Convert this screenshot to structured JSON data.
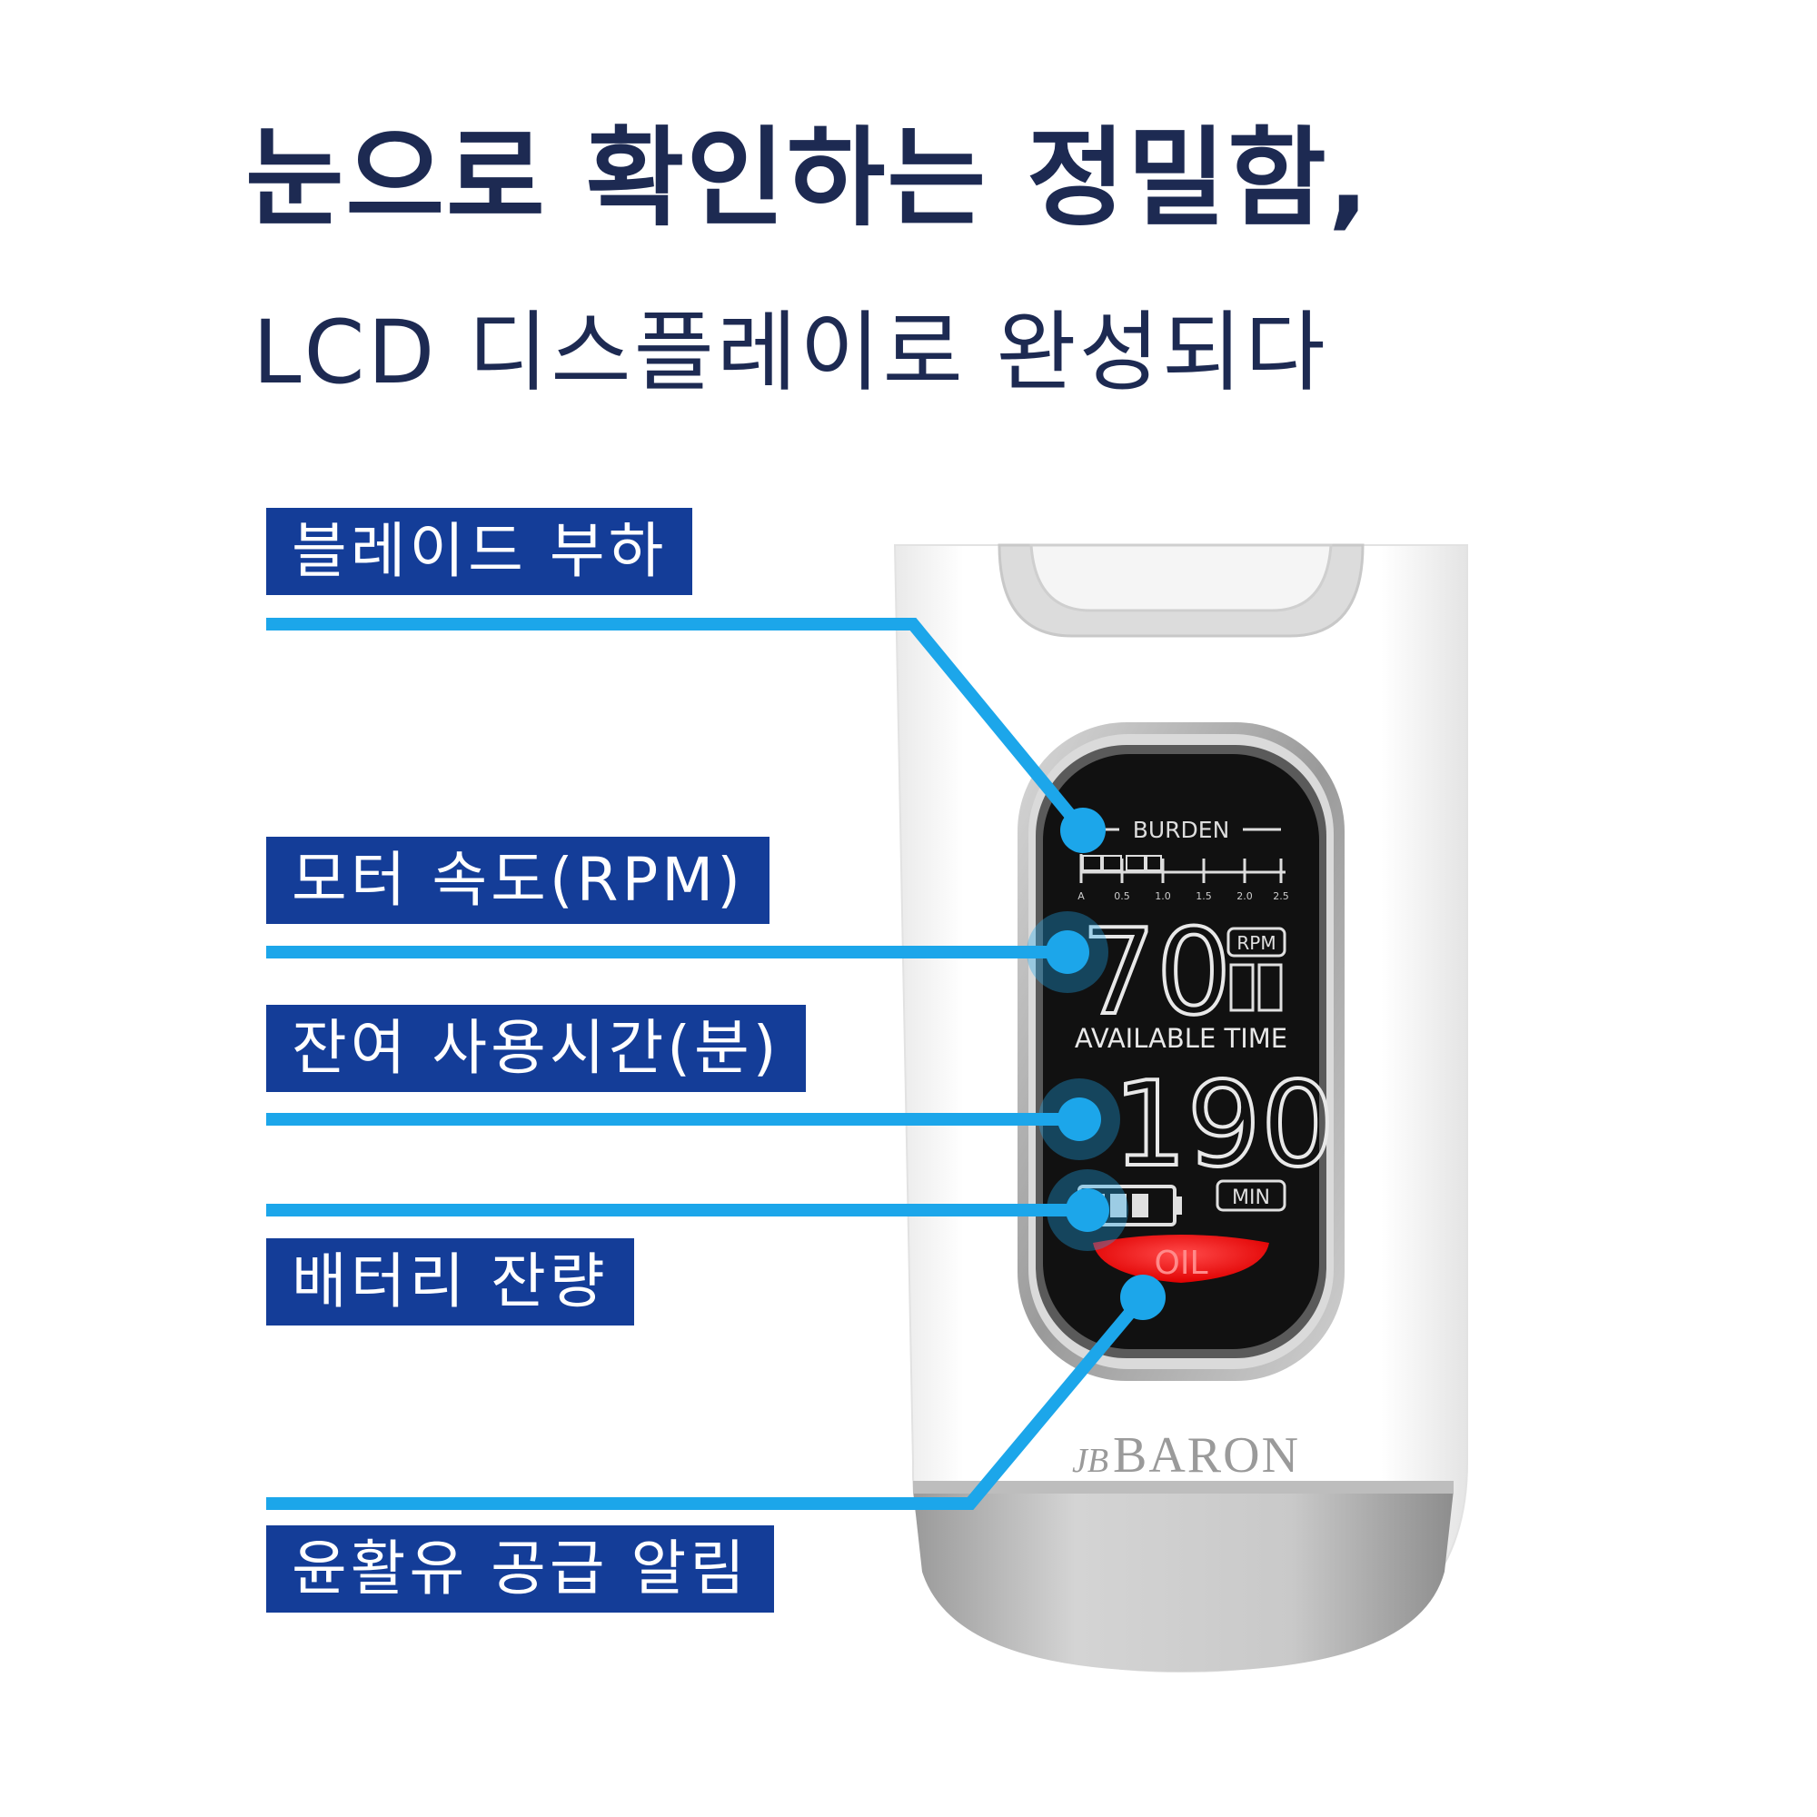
{
  "headline": "눈으로 확인하는 정밀함,",
  "subheadline": "LCD 디스플레이로 완성되다",
  "callouts": [
    {
      "label": "블레이드 부하"
    },
    {
      "label": "모터 속도(RPM)"
    },
    {
      "label": "잔여 사용시간(분)"
    },
    {
      "label": "배터리 잔량"
    },
    {
      "label": "윤활유 공급 알림"
    }
  ],
  "display": {
    "burden_label": "BURDEN",
    "scale_ticks": [
      "A",
      "0.5",
      "1.0",
      "1.5",
      "2.0",
      "2.5"
    ],
    "rpm_value": "70",
    "rpm_unit": "RPM",
    "time_label": "AVAILABLE TIME",
    "time_value": "190",
    "time_unit": "MIN",
    "oil_label": "OIL"
  },
  "brand": "BARON",
  "brand_monogram": "JB",
  "colors": {
    "headline": "#1d2a52",
    "label_bg": "#143d98",
    "leader_line": "#1ca6ea",
    "oil_indicator": "#ff1a1a"
  }
}
